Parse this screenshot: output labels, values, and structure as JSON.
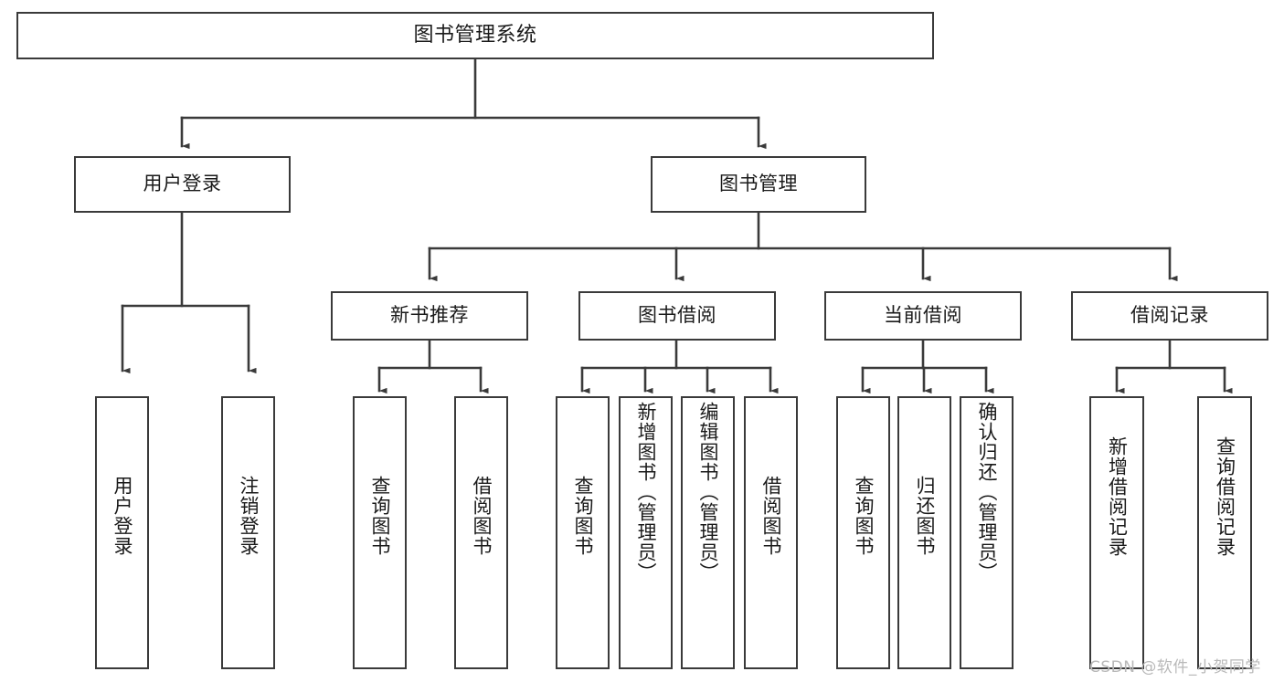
{
  "diagram": {
    "title": "图书管理系统",
    "type": "tree-hierarchy",
    "line_color": "#3a3a3a",
    "box_fill": "#ffffff",
    "text_color": "#1a1a1a"
  },
  "nodes": {
    "root": {
      "label": "图书管理系统"
    },
    "level1": [
      {
        "label": "用户登录"
      },
      {
        "label": "图书管理"
      }
    ],
    "level2": [
      {
        "label": "新书推荐"
      },
      {
        "label": "图书借阅"
      },
      {
        "label": "当前借阅"
      },
      {
        "label": "借阅记录"
      }
    ],
    "leaves_user_login": [
      {
        "label": "用户登录"
      },
      {
        "label": "注销登录"
      }
    ],
    "leaves_new_book": [
      {
        "label": "查询图书"
      },
      {
        "label": "借阅图书"
      }
    ],
    "leaves_borrow": [
      {
        "label": "查询图书"
      },
      {
        "label": "新增图书（管理员）"
      },
      {
        "label": "编辑图书（管理员）"
      },
      {
        "label": "借阅图书"
      }
    ],
    "leaves_current": [
      {
        "label": "查询图书"
      },
      {
        "label": "归还图书"
      },
      {
        "label": "确认归还（管理员）"
      }
    ],
    "leaves_records": [
      {
        "label": "新增借阅记录"
      },
      {
        "label": "查询借阅记录"
      }
    ]
  },
  "watermark": {
    "text": "CSDN @软件_小贺同学",
    "color": "#b9b9b9"
  }
}
